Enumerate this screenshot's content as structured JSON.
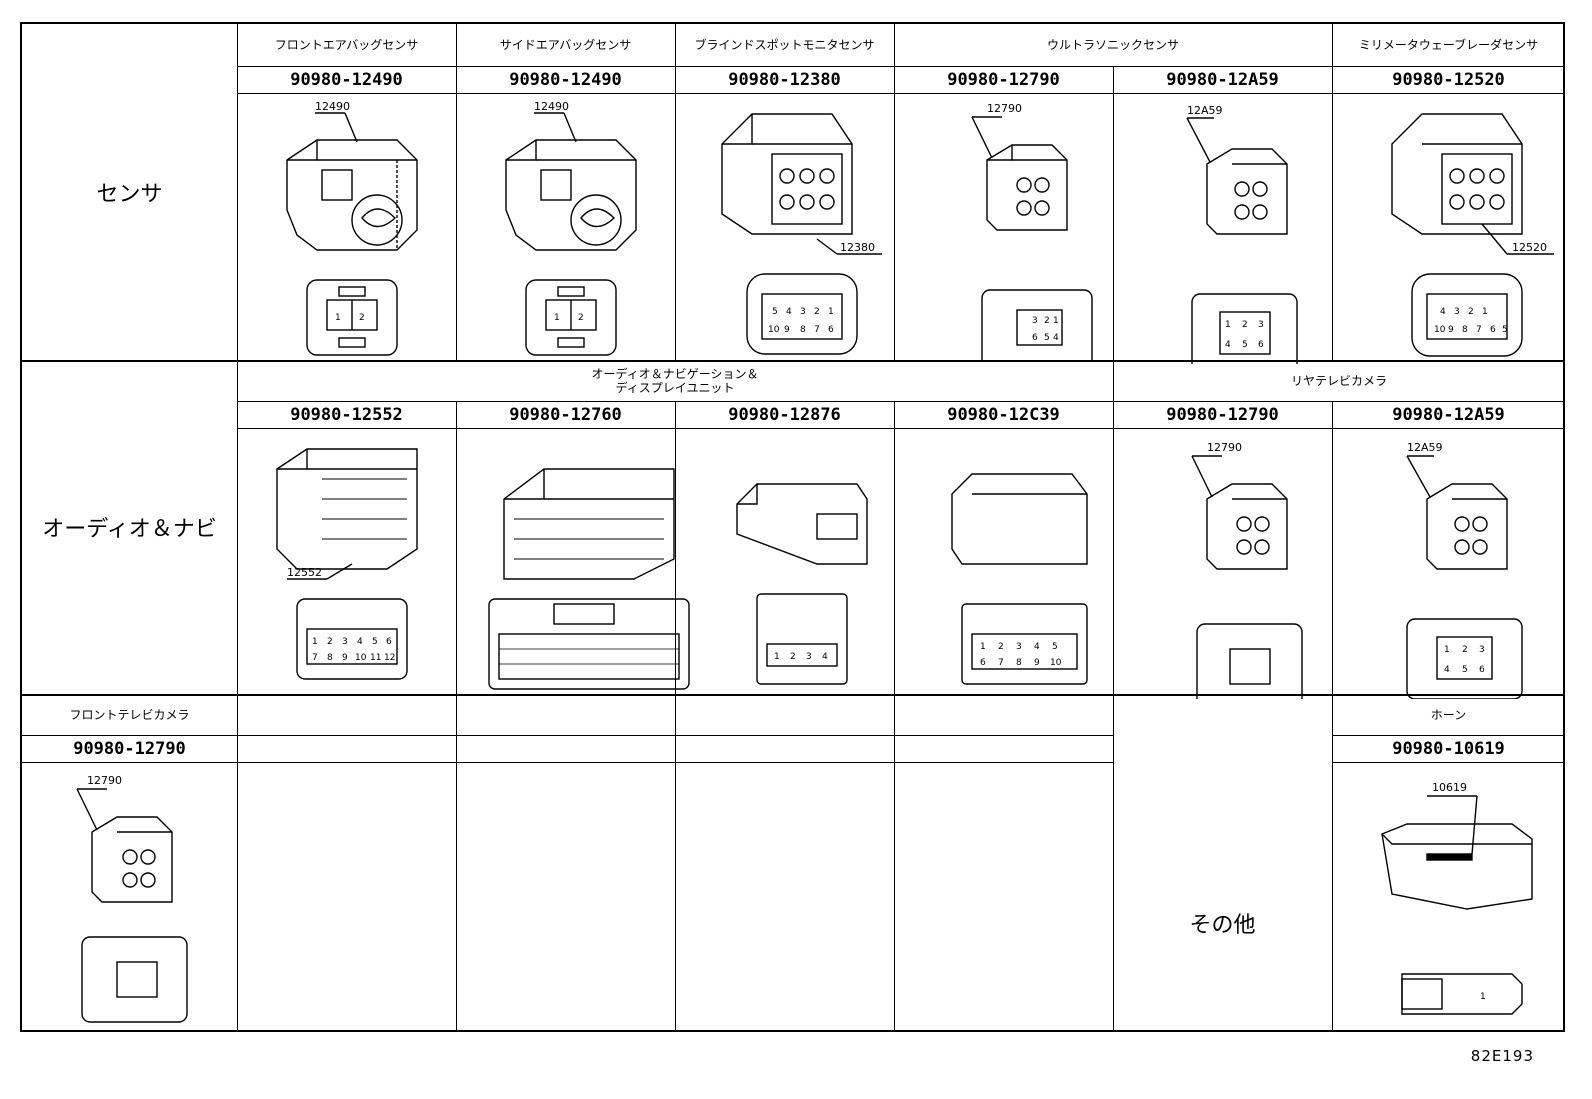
{
  "sheet_code": "82E193",
  "rows": [
    {
      "label": "センサ",
      "categories": [
        {
          "name": "フロントエアバッグセンサ"
        },
        {
          "name": "サイドエアバッグセンサ"
        },
        {
          "name": "ブラインドスポットモニタセンサ"
        },
        {
          "name": "ウルトラソニックセンサ"
        },
        {
          "name": "ミリメータウェーブレーダセンサ"
        }
      ],
      "parts": [
        {
          "number": "90980-12490",
          "callout": "12490",
          "pins": [
            "1",
            "2"
          ]
        },
        {
          "number": "90980-12490",
          "callout": "12490",
          "pins": [
            "1",
            "2"
          ]
        },
        {
          "number": "90980-12380",
          "callout": "12380",
          "pins": [
            "5",
            "4",
            "3",
            "2",
            "1",
            "10",
            "9",
            "8",
            "7",
            "6"
          ]
        },
        {
          "number": "90980-12790",
          "callout": "12790",
          "pins": [
            "3",
            "2",
            "1",
            "6",
            "5",
            "4"
          ]
        },
        {
          "number": "90980-12A59",
          "callout": "12A59",
          "pins": [
            "1",
            "2",
            "3",
            "4",
            "5",
            "6"
          ]
        },
        {
          "number": "90980-12520",
          "callout": "12520",
          "pins": [
            "4",
            "3",
            "2",
            "1",
            "10",
            "9",
            "8",
            "7",
            "6",
            "5"
          ]
        }
      ]
    },
    {
      "label": "オーディオ＆ナビ",
      "categories": [
        {
          "name": "オーディオ＆ナビゲーション＆\nディスプレイユニット"
        },
        {
          "name": "リヤテレビカメラ"
        }
      ],
      "parts": [
        {
          "number": "90980-12552",
          "callout": "12552",
          "pins": [
            "1",
            "2",
            "3",
            "4",
            "5",
            "6",
            "7",
            "8",
            "9",
            "10",
            "11",
            "12"
          ]
        },
        {
          "number": "90980-12760",
          "callout": "",
          "pins": []
        },
        {
          "number": "90980-12876",
          "callout": "",
          "pins": [
            "1",
            "2",
            "3",
            "4"
          ]
        },
        {
          "number": "90980-12C39",
          "callout": "",
          "pins": [
            "1",
            "2",
            "3",
            "4",
            "5",
            "6",
            "7",
            "8",
            "9",
            "10"
          ]
        },
        {
          "number": "90980-12790",
          "callout": "12790",
          "pins": []
        },
        {
          "number": "90980-12A59",
          "callout": "12A59",
          "pins": [
            "1",
            "2",
            "3",
            "4",
            "5",
            "6"
          ]
        }
      ]
    },
    {
      "label": "その他",
      "categories": [
        {
          "name": "フロントテレビカメラ"
        },
        {
          "name": "ホーン"
        }
      ],
      "parts": [
        {
          "number": "90980-12790",
          "callout": "12790",
          "pins": []
        },
        {
          "number": "90980-10619",
          "callout": "10619",
          "pins": [
            "1"
          ]
        }
      ]
    }
  ]
}
